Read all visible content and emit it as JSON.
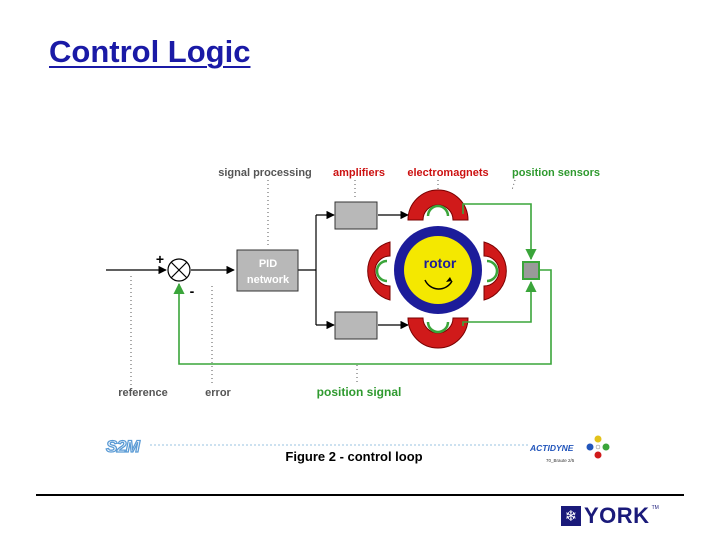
{
  "slide": {
    "title": "Control Logic"
  },
  "diagram": {
    "labels": {
      "signal_processing": "signal processing",
      "amplifiers": "amplifiers",
      "electromagnets": "electromagnets",
      "position_sensors": "position sensors",
      "pid_line1": "PID",
      "pid_line2": "network",
      "rotor": "rotor",
      "plus": "+",
      "minus": "-",
      "reference": "reference",
      "error": "error",
      "position_signal": "position signal",
      "caption": "Figure 2 - control loop",
      "s2m_logo": "S2M",
      "actidyne_logo": "ACTIDYNE",
      "actidyne_small": "70_Braute 2/5"
    },
    "colors": {
      "label_gray": "#555555",
      "label_red": "#cc1111",
      "label_green": "#2f9a2f",
      "signal_green": "#3aa53a",
      "magnet_red": "#d01a1a",
      "rotor_blue": "#1c1c9a",
      "rotor_yellow": "#f4e800",
      "box_gray": "#b8b8b8",
      "title_blue": "#1a1aa6",
      "logo_blue": "#1a1a7a"
    }
  },
  "footer": {
    "logo_text": "YORK",
    "logo_tm": "TM",
    "logo_icon": "snowflake-icon"
  }
}
